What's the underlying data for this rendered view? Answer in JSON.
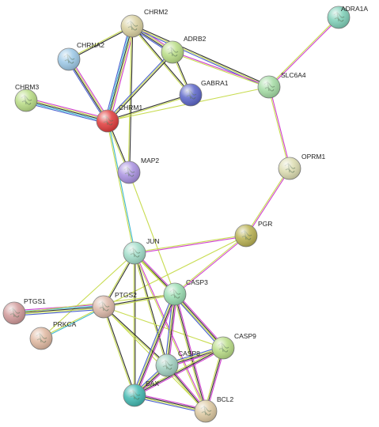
{
  "network": {
    "nodes": [
      {
        "id": "ADRA1A",
        "label": "ADRA1A",
        "color": "#7ed0b8"
      },
      {
        "id": "CHRM2",
        "label": "CHRM2",
        "color": "#d8cf9e"
      },
      {
        "id": "ADRB2",
        "label": "ADRB2",
        "color": "#b8dc84"
      },
      {
        "id": "CHRNA2",
        "label": "CHRNA2",
        "color": "#9cc8e6"
      },
      {
        "id": "GABRA1",
        "label": "GABRA1",
        "color": "#5a64c8"
      },
      {
        "id": "SLC6A4",
        "label": "SLC6A4",
        "color": "#a4dca4"
      },
      {
        "id": "CHRM3",
        "label": "CHRM3",
        "color": "#b8dc84"
      },
      {
        "id": "CHRM1",
        "label": "CHRM1",
        "color": "#e03a3a"
      },
      {
        "id": "MAP2",
        "label": "MAP2",
        "color": "#a890e0"
      },
      {
        "id": "OPRM1",
        "label": "OPRM1",
        "color": "#dcdcb0"
      },
      {
        "id": "PGR",
        "label": "PGR",
        "color": "#b8b050"
      },
      {
        "id": "JUN",
        "label": "JUN",
        "color": "#a0dcc8"
      },
      {
        "id": "CASP3",
        "label": "CASP3",
        "color": "#98dcb0"
      },
      {
        "id": "PTGS1",
        "label": "PTGS1",
        "color": "#d09898"
      },
      {
        "id": "PTGS2",
        "label": "PTGS2",
        "color": "#dcb8a8"
      },
      {
        "id": "PRKCA",
        "label": "PRKCA",
        "color": "#e0b8a0"
      },
      {
        "id": "CASP9",
        "label": "CASP9",
        "color": "#b8dc84"
      },
      {
        "id": "CASP8",
        "label": "CASP8",
        "color": "#a0d0c0"
      },
      {
        "id": "BAX",
        "label": "BAX",
        "color": "#40b8b0"
      },
      {
        "id": "BCL2",
        "label": "BCL2",
        "color": "#dcc8a0"
      }
    ],
    "edges": [
      {
        "source": "ADRA1A",
        "target": "SLC6A4",
        "colors": [
          "#d040d0",
          "#c8dc50"
        ]
      },
      {
        "source": "CHRM2",
        "target": "CHRNA2",
        "colors": [
          "#303030",
          "#c8dc50"
        ]
      },
      {
        "source": "CHRM2",
        "target": "ADRB2",
        "colors": [
          "#d040d0",
          "#c8dc50",
          "#303030",
          "#4a60d0"
        ]
      },
      {
        "source": "CHRM2",
        "target": "CHRM1",
        "colors": [
          "#d040d0",
          "#c8dc50",
          "#303030",
          "#40b8d0",
          "#4a60d0"
        ]
      },
      {
        "source": "CHRM2",
        "target": "GABRA1",
        "colors": [
          "#303030",
          "#c8dc50"
        ]
      },
      {
        "source": "CHRM2",
        "target": "SLC6A4",
        "colors": [
          "#303030",
          "#c8dc50",
          "#4a60d0"
        ]
      },
      {
        "source": "CHRM2",
        "target": "MAP2",
        "colors": [
          "#303030",
          "#c8dc50"
        ]
      },
      {
        "source": "ADRB2",
        "target": "CHRM1",
        "colors": [
          "#303030",
          "#c8dc50",
          "#4a60d0"
        ]
      },
      {
        "source": "ADRB2",
        "target": "SLC6A4",
        "colors": [
          "#d040d0",
          "#c8dc50"
        ]
      },
      {
        "source": "ADRB2",
        "target": "GABRA1",
        "colors": [
          "#303030",
          "#c8dc50"
        ]
      },
      {
        "source": "CHRNA2",
        "target": "CHRM1",
        "colors": [
          "#d040d0",
          "#c8dc50",
          "#303030",
          "#4a60d0"
        ]
      },
      {
        "source": "CHRM3",
        "target": "CHRM1",
        "colors": [
          "#d040d0",
          "#c8dc50",
          "#303030",
          "#40b8d0",
          "#4a60d0"
        ]
      },
      {
        "source": "CHRM1",
        "target": "GABRA1",
        "colors": [
          "#303030",
          "#c8dc50"
        ]
      },
      {
        "source": "CHRM1",
        "target": "SLC6A4",
        "colors": [
          "#c8dc50"
        ]
      },
      {
        "source": "CHRM1",
        "target": "MAP2",
        "colors": [
          "#303030",
          "#c8dc50"
        ]
      },
      {
        "source": "CHRM1",
        "target": "JUN",
        "colors": [
          "#40b8d0",
          "#c8dc50"
        ]
      },
      {
        "source": "SLC6A4",
        "target": "OPRM1",
        "colors": [
          "#d040d0",
          "#c8dc50"
        ]
      },
      {
        "source": "OPRM1",
        "target": "PGR",
        "colors": [
          "#d040d0",
          "#c8dc50"
        ]
      },
      {
        "source": "MAP2",
        "target": "CASP3",
        "colors": [
          "#c8dc50"
        ]
      },
      {
        "source": "PGR",
        "target": "JUN",
        "colors": [
          "#d040d0",
          "#c8dc50"
        ]
      },
      {
        "source": "PGR",
        "target": "CASP3",
        "colors": [
          "#d040d0",
          "#c8dc50"
        ]
      },
      {
        "source": "PGR",
        "target": "PTGS2",
        "colors": [
          "#c8dc50"
        ]
      },
      {
        "source": "JUN",
        "target": "CASP3",
        "colors": [
          "#d040d0",
          "#303030",
          "#c8dc50"
        ]
      },
      {
        "source": "JUN",
        "target": "PTGS2",
        "colors": [
          "#303030",
          "#c8dc50"
        ]
      },
      {
        "source": "JUN",
        "target": "CASP8",
        "colors": [
          "#303030",
          "#c8dc50"
        ]
      },
      {
        "source": "JUN",
        "target": "CASP9",
        "colors": [
          "#c8dc50"
        ]
      },
      {
        "source": "JUN",
        "target": "BAX",
        "colors": [
          "#303030",
          "#c8dc50"
        ]
      },
      {
        "source": "JUN",
        "target": "BCL2",
        "colors": [
          "#d040d0",
          "#c8dc50"
        ]
      },
      {
        "source": "JUN",
        "target": "PRKCA",
        "colors": [
          "#c8dc50"
        ]
      },
      {
        "source": "PTGS1",
        "target": "PTGS2",
        "colors": [
          "#d040d0",
          "#40b8d0",
          "#303030",
          "#c8dc50",
          "#4a60d0"
        ]
      },
      {
        "source": "PTGS2",
        "target": "PRKCA",
        "colors": [
          "#40b8d0",
          "#c8dc50"
        ]
      },
      {
        "source": "PTGS2",
        "target": "CASP3",
        "colors": [
          "#303030",
          "#c8dc50"
        ]
      },
      {
        "source": "PTGS2",
        "target": "CASP8",
        "colors": [
          "#303030",
          "#c8dc50"
        ]
      },
      {
        "source": "PTGS2",
        "target": "CASP9",
        "colors": [
          "#c8dc50"
        ]
      },
      {
        "source": "PTGS2",
        "target": "BAX",
        "colors": [
          "#303030",
          "#c8dc50"
        ]
      },
      {
        "source": "PTGS2",
        "target": "BCL2",
        "colors": [
          "#c8dc50"
        ]
      },
      {
        "source": "CASP3",
        "target": "CASP8",
        "colors": [
          "#d040d0",
          "#303030",
          "#c8dc50",
          "#4a60d0"
        ]
      },
      {
        "source": "CASP3",
        "target": "CASP9",
        "colors": [
          "#d040d0",
          "#303030",
          "#c8dc50",
          "#4a60d0"
        ]
      },
      {
        "source": "CASP3",
        "target": "BAX",
        "colors": [
          "#d040d0",
          "#303030",
          "#c8dc50",
          "#4a60d0"
        ]
      },
      {
        "source": "CASP3",
        "target": "BCL2",
        "colors": [
          "#d040d0",
          "#303030",
          "#c8dc50"
        ]
      },
      {
        "source": "CASP3",
        "target": "PTGS1",
        "colors": [
          "#c8dc50"
        ]
      },
      {
        "source": "CASP9",
        "target": "CASP8",
        "colors": [
          "#d040d0",
          "#303030",
          "#c8dc50",
          "#4a60d0"
        ]
      },
      {
        "source": "CASP9",
        "target": "BAX",
        "colors": [
          "#d040d0",
          "#303030",
          "#c8dc50"
        ]
      },
      {
        "source": "CASP9",
        "target": "BCL2",
        "colors": [
          "#d040d0",
          "#303030",
          "#c8dc50"
        ]
      },
      {
        "source": "CASP8",
        "target": "BAX",
        "colors": [
          "#d040d0",
          "#303030",
          "#c8dc50",
          "#4a60d0"
        ]
      },
      {
        "source": "CASP8",
        "target": "BCL2",
        "colors": [
          "#d040d0",
          "#303030",
          "#c8dc50"
        ]
      },
      {
        "source": "BAX",
        "target": "BCL2",
        "colors": [
          "#d040d0",
          "#303030",
          "#c8dc50",
          "#4a60d0"
        ]
      }
    ]
  }
}
